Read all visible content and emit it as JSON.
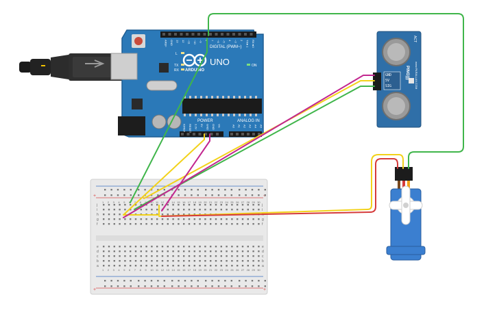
{
  "arduino": {
    "brand": "ARDUINO",
    "model": "UNO",
    "on_label": "ON",
    "digital_label": "DIGITAL (PWM~)",
    "power_label": "POWER",
    "analog_label": "ANALOG IN",
    "aref": "AREF",
    "gnd": "GND",
    "tx": "TX",
    "rx": "RX",
    "l": "L",
    "digital_pins": [
      "13",
      "12",
      "~11",
      "~10",
      "~9",
      "8",
      "7",
      "~6",
      "~5",
      "4",
      "~3",
      "2",
      "TX►1",
      "RX◄0"
    ],
    "power_pins": [
      "IOREF",
      "RESET",
      "3.3V",
      "5V",
      "GND",
      "GND",
      "Vin"
    ],
    "analog_pins": [
      "A0",
      "A1",
      "A2",
      "A3",
      "A4",
      "A5"
    ]
  },
  "ping": {
    "name": "PING)))",
    "pins": [
      "GND",
      "5V",
      "SIG"
    ],
    "maker": "www.PARALLAX.COM",
    "model_code": "ACT"
  },
  "breadboard": {
    "rows_top": [
      "j",
      "i",
      "h",
      "g",
      "f"
    ],
    "rows_bottom": [
      "e",
      "d",
      "c",
      "b",
      "a"
    ],
    "column_count": 30,
    "plus": "+",
    "minus": "-"
  },
  "colors": {
    "arduino": "#2b79b8",
    "arduino_dark": "#1f5e93",
    "ping": "#2f6fa8",
    "servo": "#3b7fd0",
    "wire_green": "#3fb54a",
    "wire_yellow": "#f2d21a",
    "wire_magenta": "#c2268f",
    "wire_red": "#d53a3a",
    "breadboard": "#e9e9e9",
    "rail_red": "#d94a4a",
    "rail_blue": "#3a6fbf"
  }
}
